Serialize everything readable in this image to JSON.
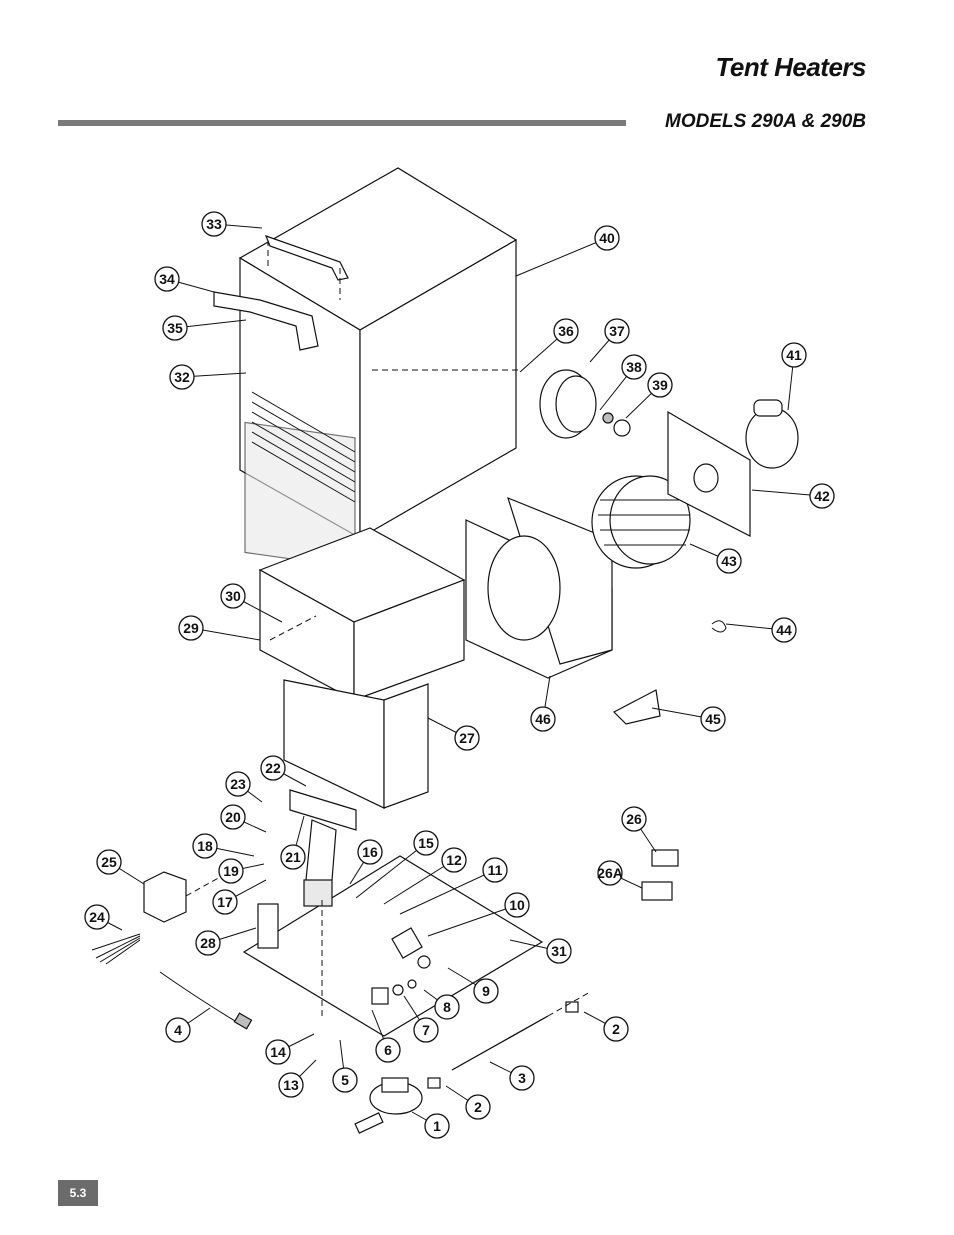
{
  "header": {
    "title": "Tent Heaters",
    "subtitle": "MODELS 290A & 290B"
  },
  "footer": {
    "page_number": "5.3"
  },
  "callouts": {
    "c1": "1",
    "c2a": "2",
    "c2b": "2",
    "c3": "3",
    "c4": "4",
    "c5": "5",
    "c6": "6",
    "c7": "7",
    "c8": "8",
    "c9": "9",
    "c10": "10",
    "c11": "11",
    "c12": "12",
    "c13": "13",
    "c14": "14",
    "c15": "15",
    "c16": "16",
    "c17": "17",
    "c18": "18",
    "c19": "19",
    "c20": "20",
    "c21": "21",
    "c22": "22",
    "c23": "23",
    "c24": "24",
    "c25": "25",
    "c26": "26",
    "c26a": "26A",
    "c27": "27",
    "c28": "28",
    "c29": "29",
    "c30": "30",
    "c31": "31",
    "c32": "32",
    "c33": "33",
    "c34": "34",
    "c35": "35",
    "c36": "36",
    "c37": "37",
    "c38": "38",
    "c39": "39",
    "c40": "40",
    "c41": "41",
    "c42": "42",
    "c43": "43",
    "c44": "44",
    "c45": "45",
    "c46": "46"
  }
}
